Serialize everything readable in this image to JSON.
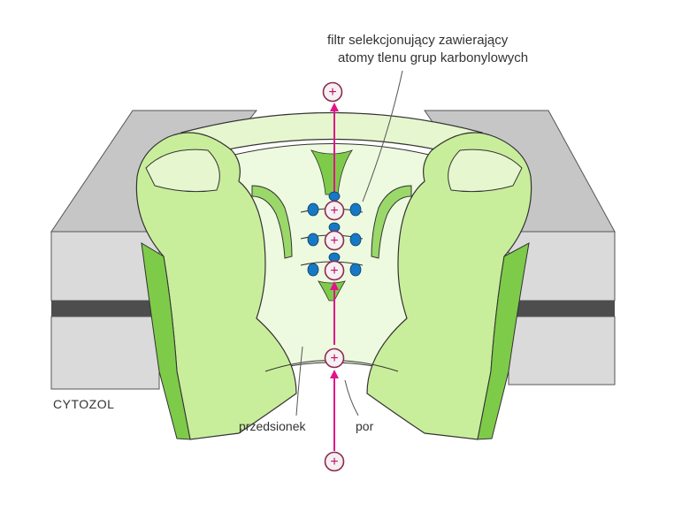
{
  "labels": {
    "filter_line1": "filtr selekcjonujący zawierający",
    "filter_line2": "atomy tlenu grup karbonylowych",
    "cytozol": "CYTOZOL",
    "przedsionek": "przedsionek",
    "por": "por"
  },
  "ion_symbol": "+",
  "colors": {
    "membrane_face": "#dadada",
    "membrane_top": "#c6c6c6",
    "membrane_dark": "#4d4d4d",
    "protein_light": "#e6f7cf",
    "protein_mid": "#c9ee9b",
    "protein_dark": "#7ecb4a",
    "ion_fill": "#f6f0f4",
    "ion_outline": "#8b2b4a",
    "arrow": "#e0138a",
    "carbonyl_blue": "#1778c4",
    "text": "#333333"
  }
}
